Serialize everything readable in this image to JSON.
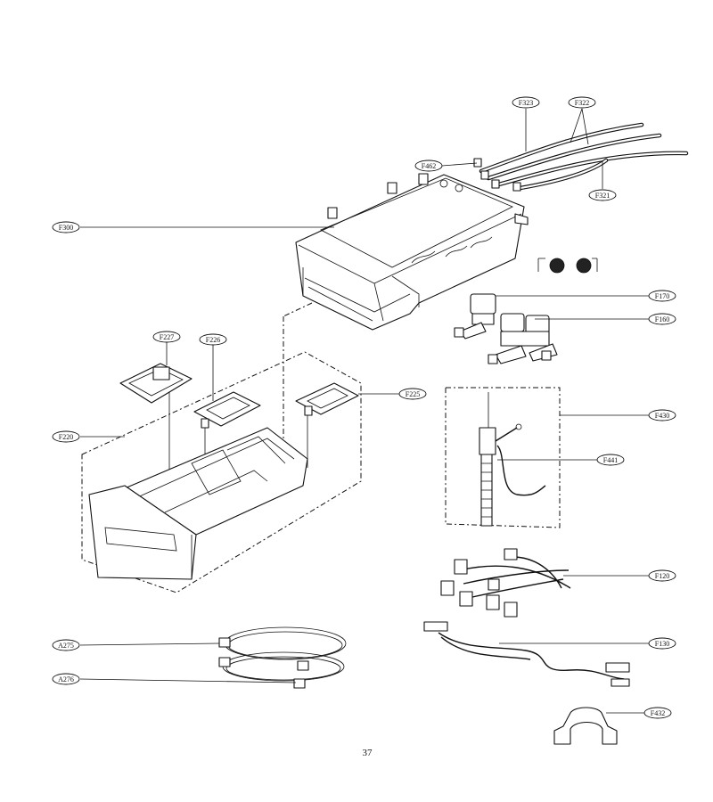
{
  "labels": {
    "F323": "F323",
    "F322": "F322",
    "F462": "F462",
    "F321": "F321",
    "F300": "F300",
    "F170": "F170",
    "F160": "F160",
    "F227": "F227",
    "F226": "F226",
    "F225": "F225",
    "F220": "F220",
    "F430": "F430",
    "F441": "F441",
    "F120": "F120",
    "F130": "F130",
    "A275": "A275",
    "A276": "A276",
    "F432": "F432"
  },
  "page_number": "37"
}
